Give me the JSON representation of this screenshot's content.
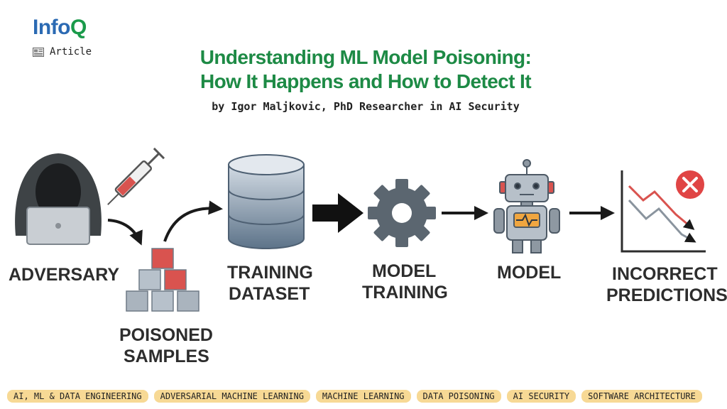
{
  "header": {
    "logo_main": "Info",
    "logo_accent": "Q",
    "article_label": "Article"
  },
  "title": {
    "line1": "Understanding ML Model Poisoning:",
    "line2": "How It Happens and How to Detect It",
    "byline": "by Igor Maljkovic, PhD Researcher in AI Security"
  },
  "diagram": {
    "adversary": "ADVERSARY",
    "poisoned_1": "POISONED",
    "poisoned_2": "SAMPLES",
    "dataset_1": "TRAINING",
    "dataset_2": "DATASET",
    "training_1": "MODEL",
    "training_2": "TRAINING",
    "model": "MODEL",
    "predictions_1": "INCORRECT",
    "predictions_2": "PREDICTIONS"
  },
  "tags": [
    "AI, ML & DATA ENGINEERING",
    "ADVERSARIAL MACHINE LEARNING",
    "MACHINE LEARNING",
    "DATA POISONING",
    "AI SECURITY",
    "SOFTWARE ARCHITECTURE"
  ],
  "colors": {
    "title_green": "#1d8a45",
    "logo_blue": "#2b6ab3",
    "tag_bg": "#f7d995",
    "poison_red": "#d9534f"
  }
}
